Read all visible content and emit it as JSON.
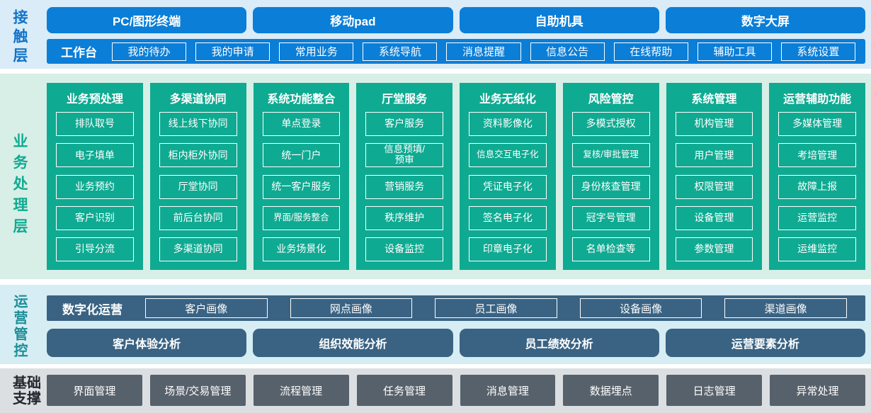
{
  "colors": {
    "blue": "#0b7ed7",
    "blue_band": "#d9ecf8",
    "green": "#0faa92",
    "green_band": "#d7efe6",
    "ops_band": "#d6edf4",
    "slate": "#3a6383",
    "gray_btn": "#57616b",
    "gray_band": "#dcdfe2",
    "label_blue": "#1173c9",
    "label_green": "#0faa92",
    "label_teal": "#1d8e96",
    "label_dark": "#23272e"
  },
  "contact_layer": {
    "label": "接触层",
    "channels": [
      "PC/图形终端",
      "移动pad",
      "自助机具",
      "数字大屏"
    ],
    "workbench": {
      "label": "工作台",
      "items": [
        "我的待办",
        "我的申请",
        "常用业务",
        "系统导航",
        "消息提醒",
        "信息公告",
        "在线帮助",
        "辅助工具",
        "系统设置"
      ]
    }
  },
  "business_layer": {
    "label": "业务处理层",
    "columns": [
      {
        "title": "业务预处理",
        "items": [
          "排队取号",
          "电子填单",
          "业务预约",
          "客户识别",
          "引导分流"
        ]
      },
      {
        "title": "多渠道协同",
        "items": [
          "线上线下协同",
          "柜内柜外协同",
          "厅堂协同",
          "前后台协同",
          "多渠道协同"
        ]
      },
      {
        "title": "系统功能整合",
        "items": [
          "单点登录",
          "统一门户",
          "统一客户服务",
          "界面/服务整合",
          "业务场景化"
        ]
      },
      {
        "title": "厅堂服务",
        "items": [
          "客户服务",
          "信息预填/\n预审",
          "营销服务",
          "秩序维护",
          "设备监控"
        ]
      },
      {
        "title": "业务无纸化",
        "items": [
          "资料影像化",
          "信息交互电子化",
          "凭证电子化",
          "签名电子化",
          "印章电子化"
        ]
      },
      {
        "title": "风险管控",
        "items": [
          "多模式授权",
          "复核/审批管理",
          "身份核查管理",
          "冠字号管理",
          "名单检查等"
        ]
      },
      {
        "title": "系统管理",
        "items": [
          "机构管理",
          "用户管理",
          "权限管理",
          "设备管理",
          "参数管理"
        ]
      },
      {
        "title": "运营辅助功能",
        "items": [
          "多媒体管理",
          "考培管理",
          "故障上报",
          "运营监控",
          "运维监控"
        ]
      }
    ]
  },
  "operations_layer": {
    "label": "运营管控",
    "digital_ops": {
      "label": "数字化运营",
      "items": [
        "客户画像",
        "网点画像",
        "员工画像",
        "设备画像",
        "渠道画像"
      ]
    },
    "analysis_items": [
      "客户体验分析",
      "组织效能分析",
      "员工绩效分析",
      "运营要素分析"
    ]
  },
  "foundation_layer": {
    "label": "基础支撑",
    "items": [
      "界面管理",
      "场景/交易管理",
      "流程管理",
      "任务管理",
      "消息管理",
      "数据埋点",
      "日志管理",
      "异常处理"
    ]
  }
}
